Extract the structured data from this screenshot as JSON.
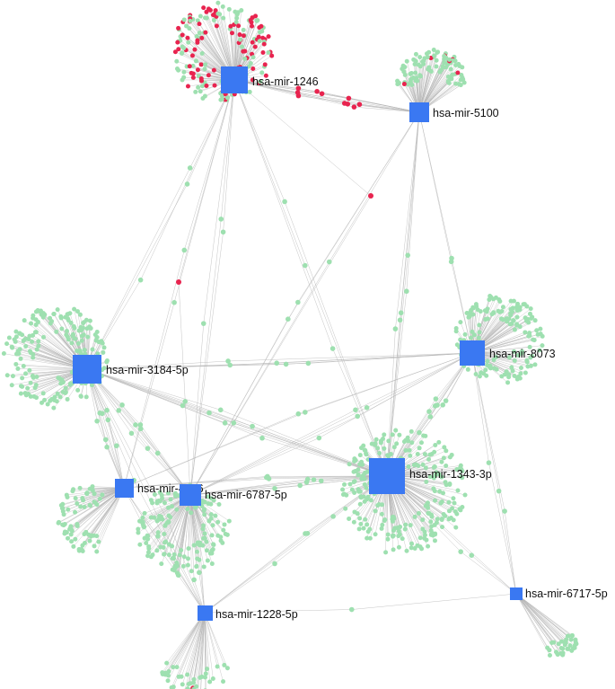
{
  "colors": {
    "hub": "#3a78f2",
    "target": "#9ee0b0",
    "shared_target": "#e8244f",
    "edge": "#b5b5b5",
    "background": "#ffffff"
  },
  "hubs": [
    {
      "id": "mir1246",
      "label": "hsa-mir-1246"
    },
    {
      "id": "mir5100",
      "label": "hsa-mir-5100"
    },
    {
      "id": "mir3184",
      "label": "hsa-mir-3184-5p"
    },
    {
      "id": "mir8073",
      "label": "hsa-mir-8073"
    },
    {
      "id": "mir1343",
      "label": "hsa-mir-1343-3p"
    },
    {
      "id": "mir4706",
      "label": "hsa-mir-4706"
    },
    {
      "id": "mir6787",
      "label": "hsa-mir-6787-5p"
    },
    {
      "id": "mir1228",
      "label": "hsa-mir-1228-5p"
    },
    {
      "id": "mir6717",
      "label": "hsa-mir-6717-5p"
    }
  ]
}
